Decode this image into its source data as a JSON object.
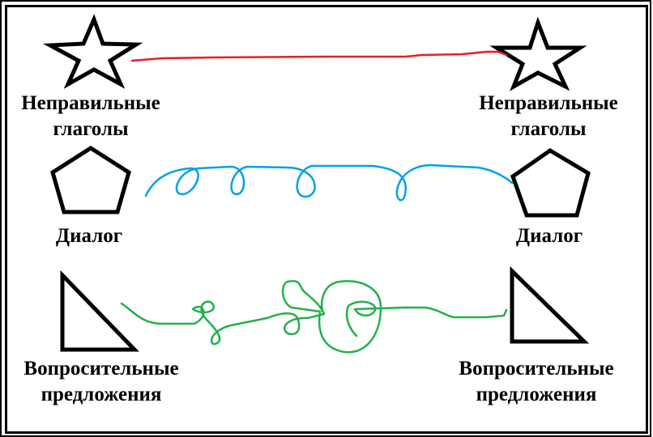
{
  "rows": [
    {
      "shape": "star",
      "left_label": [
        "Неправильные",
        "глаголы"
      ],
      "right_label": [
        "Неправильные",
        "глаголы"
      ],
      "line_color": "#ed1c24"
    },
    {
      "shape": "pentagon",
      "left_label": [
        "Диалог"
      ],
      "right_label": [
        "Диалог"
      ],
      "line_color": "#00a2e8"
    },
    {
      "shape": "triangle",
      "left_label": [
        "Вопросительные",
        "предложения"
      ],
      "right_label": [
        "Вопросительные",
        "предложения"
      ],
      "line_color": "#22b14c"
    }
  ]
}
